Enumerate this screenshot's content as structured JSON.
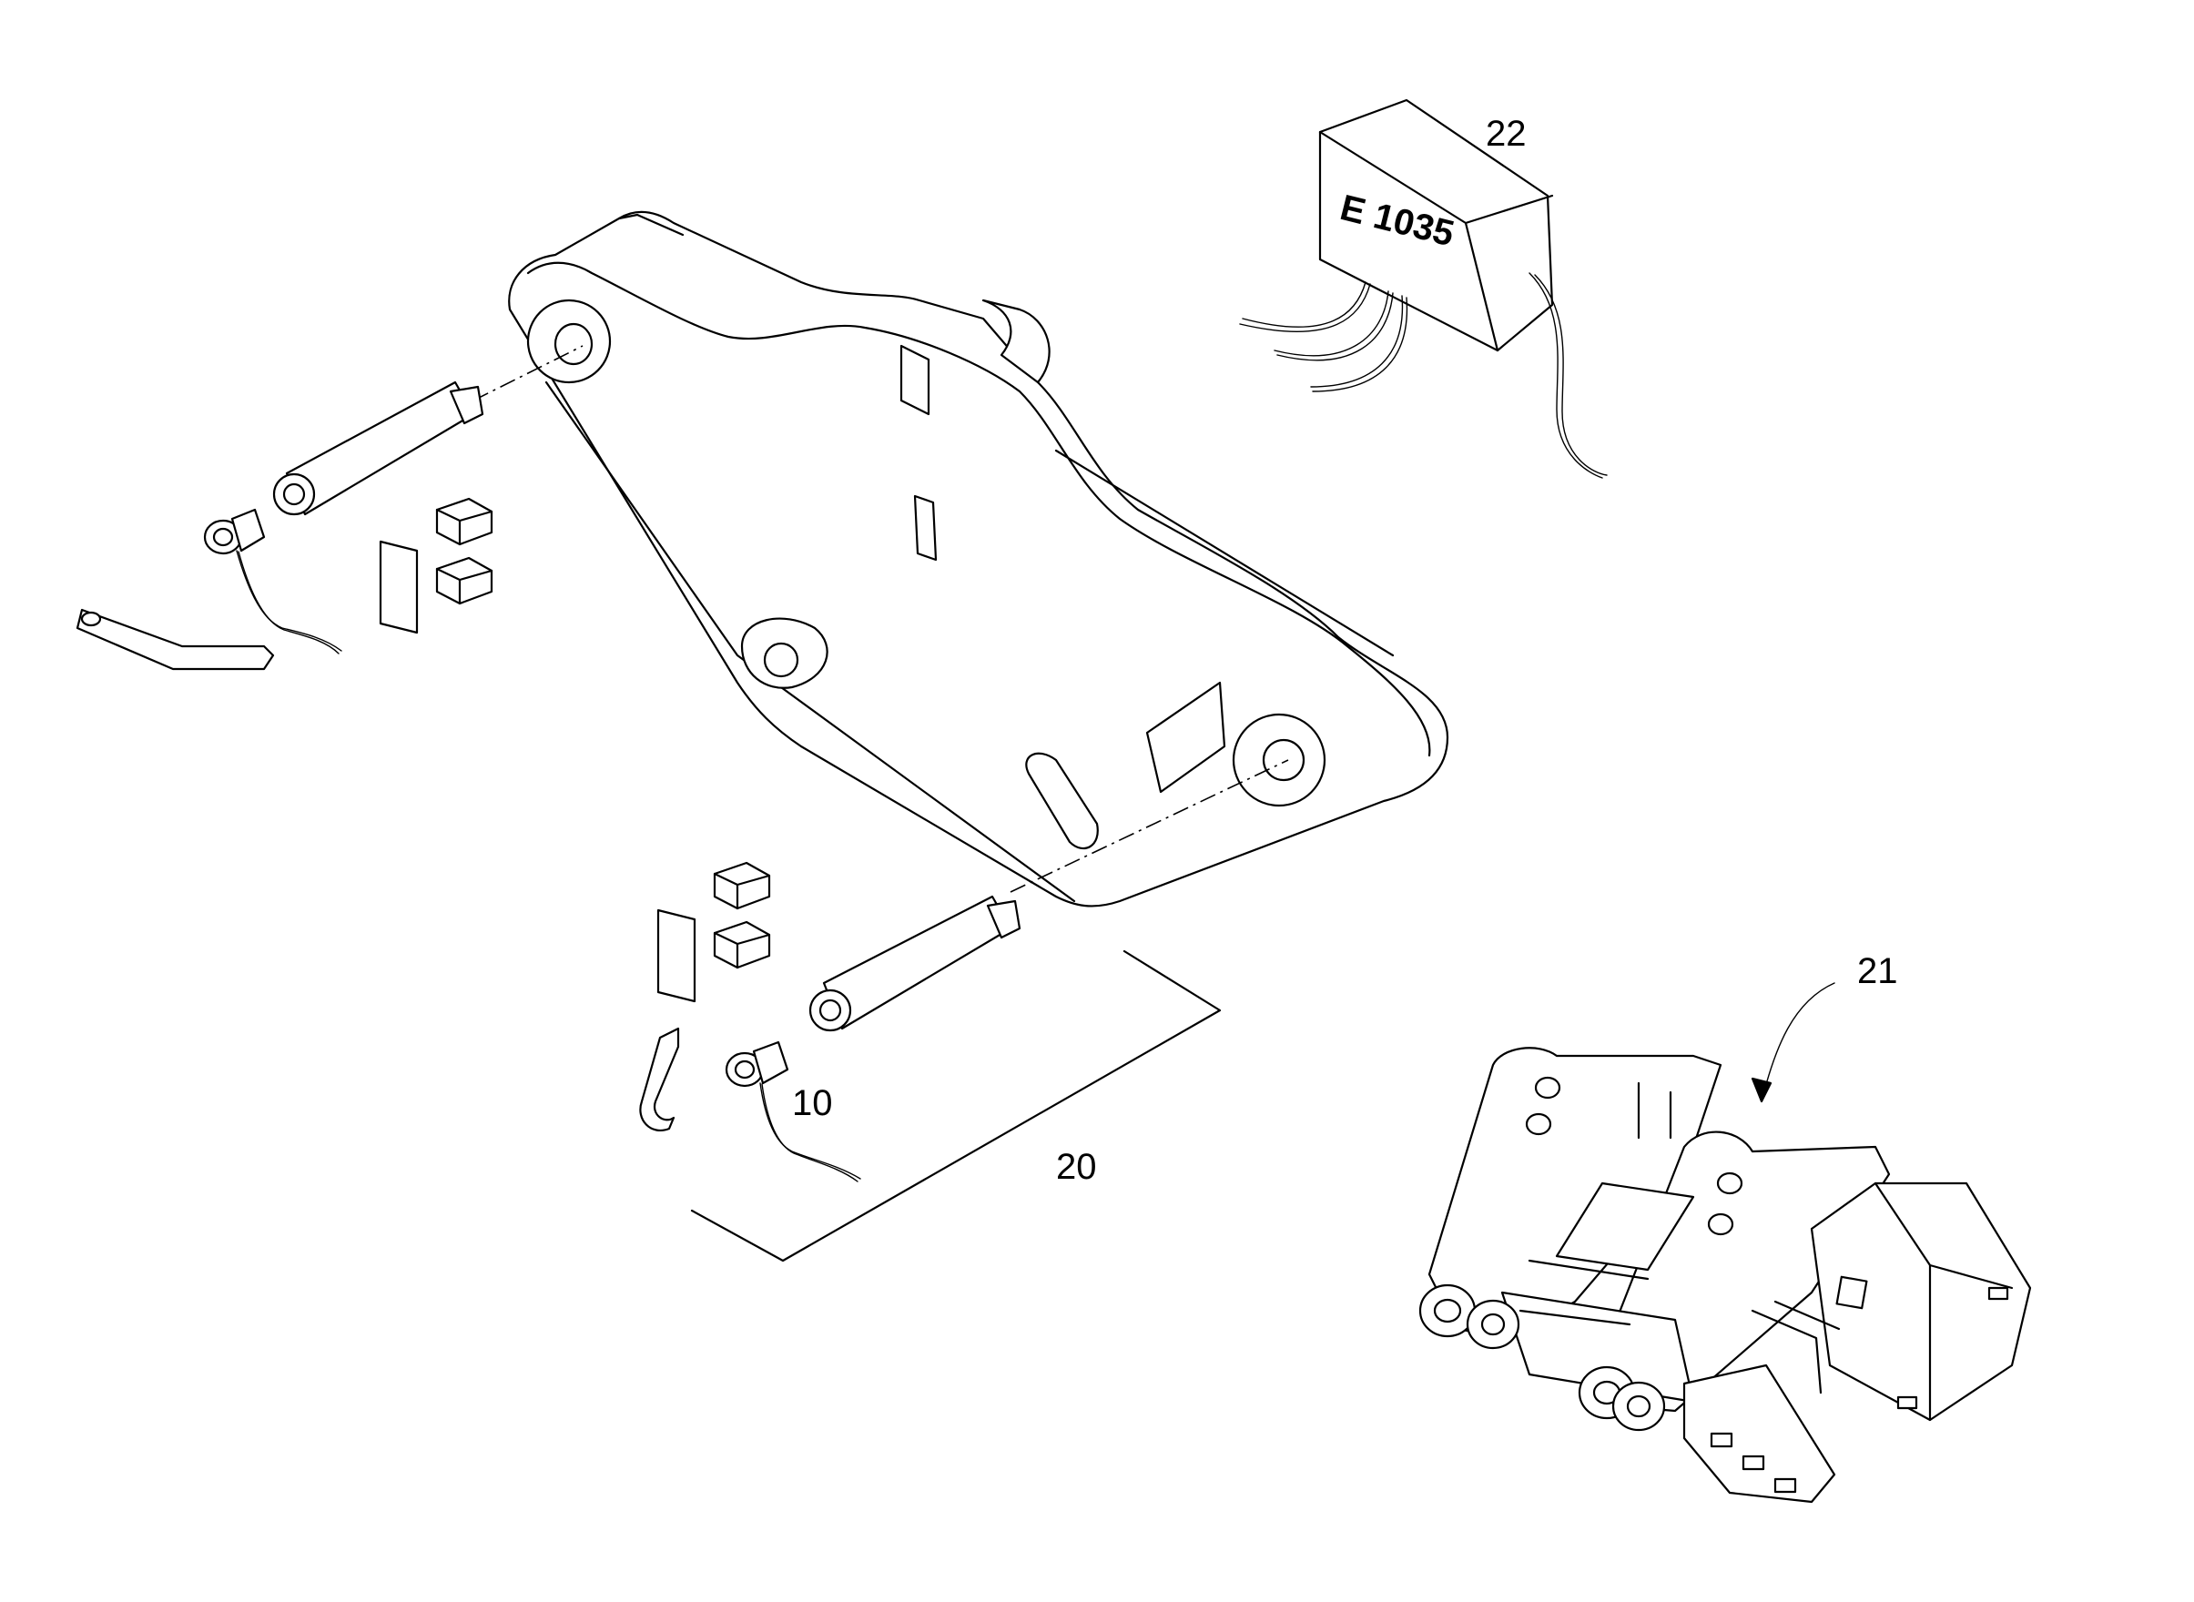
{
  "callouts": {
    "part_10": "10",
    "part_20": "20",
    "part_21": "21",
    "part_22": "22"
  },
  "sensor_box": {
    "label": "E 1035"
  },
  "colors": {
    "ink": "#000000",
    "paper": "#ffffff"
  }
}
